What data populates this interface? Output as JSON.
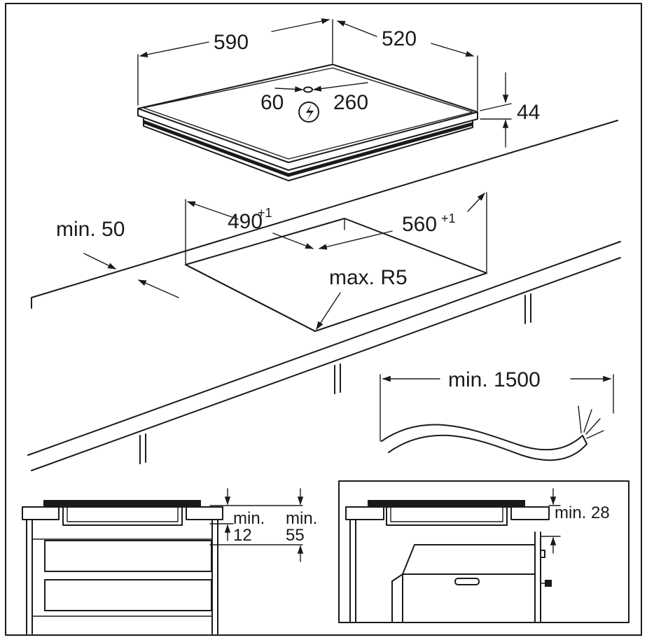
{
  "labels": {
    "hob_width": "590",
    "hob_depth": "520",
    "hob_height": "44",
    "conn_left": "60",
    "conn_right": "260",
    "cutout_width": "490",
    "cutout_width_tol": "+1",
    "cutout_depth": "560",
    "cutout_depth_tol": "+1",
    "edge_distance": "min. 50",
    "corner_radius": "max. R5",
    "cable_length": "min. 1500",
    "drawer_gap_label": "min.",
    "drawer_gap_value": "12",
    "drawer_depth_label": "min.",
    "drawer_depth_value": "55",
    "oven_gap": "min. 28"
  },
  "icons": {
    "power": "lightning-bolt-icon"
  }
}
